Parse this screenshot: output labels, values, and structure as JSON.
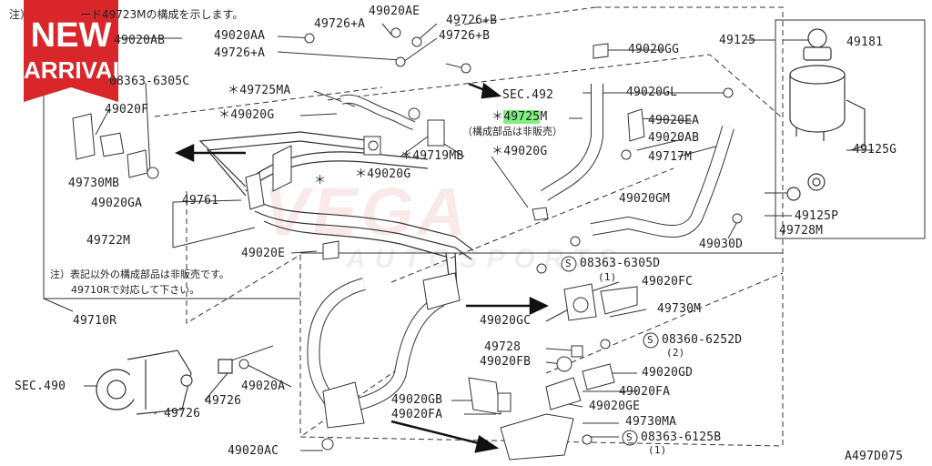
{
  "badge": {
    "line1": "NEW",
    "line2": "ARRIVAL",
    "color": "#d9262a"
  },
  "watermark": {
    "brand": "VEGA",
    "sub": "AUTOSPORTS"
  },
  "header_note": "注）　　　　　ード49723Mの構成を示します。",
  "diagram_id": "A497D075",
  "notes": {
    "line1": "注）表記以外の構成部品は非販売です。",
    "line2": "49710Rで対応して下さい。",
    "sec_note": "（構成部品は非販売）"
  },
  "labels": {
    "p49020ab_top": "49020AB",
    "p49020aa": "49020AA",
    "p49726a_1": "49726+A",
    "p49726a_2": "49726+A",
    "p49020ae": "49020AE",
    "p49726b_1": "49726+B",
    "p49726b_2": "49726+B",
    "p49020gg": "49020GG",
    "p49125": "49125",
    "p49181": "49181",
    "p08363_6305c": "08363-6305C",
    "p49725ma": "＊49725MA",
    "p49020g_left": "＊49020G",
    "p49020f": "49020F",
    "sec492": "SEC.492",
    "p49725m_star": "＊",
    "p49725m_num": "49725",
    "p49725m_suffix": "M",
    "p49020gl": "49020GL",
    "p49020ea": "49020EA",
    "p49020ab_mid": "49020AB",
    "p49719mb": "＊49719MB",
    "p49020g_mid1": "＊49020G",
    "p49020g_mid2": "＊49020G",
    "p49717m": "49717M",
    "p49125g": "49125G",
    "p49730mb": "49730MB",
    "p49020ga": "49020GA",
    "p49761": "49761",
    "star_mark": "＊",
    "p49020gm": "49020GM",
    "p49125p": "49125P",
    "p49728m": "49728M",
    "p49722m": "49722M",
    "p49020e": "49020E",
    "p49030d": "49030D",
    "p08363_6305d": "08363-6305D",
    "qty_1a": "(1)",
    "p49020fc": "49020FC",
    "p49710r": "49710R",
    "p49020gc": "49020GC",
    "p49730m": "49730M",
    "p49728": "49728",
    "p08360_6252d": "08360-6252D",
    "qty_2": "(2)",
    "p49020fb": "49020FB",
    "p49020gd": "49020GD",
    "sec490": "SEC.490",
    "p49020a": "49020A",
    "p49726_1": "49726",
    "p49726_2": "49726",
    "p49020fa_1": "49020FA",
    "p49020gb": "49020GB",
    "p49020ge": "49020GE",
    "p49020fa_2": "49020FA",
    "p49730ma": "49730MA",
    "p08363_6125b": "08363-6125B",
    "qty_1b": "(1)",
    "p49020ac": "49020AC",
    "s_mark": "S"
  }
}
